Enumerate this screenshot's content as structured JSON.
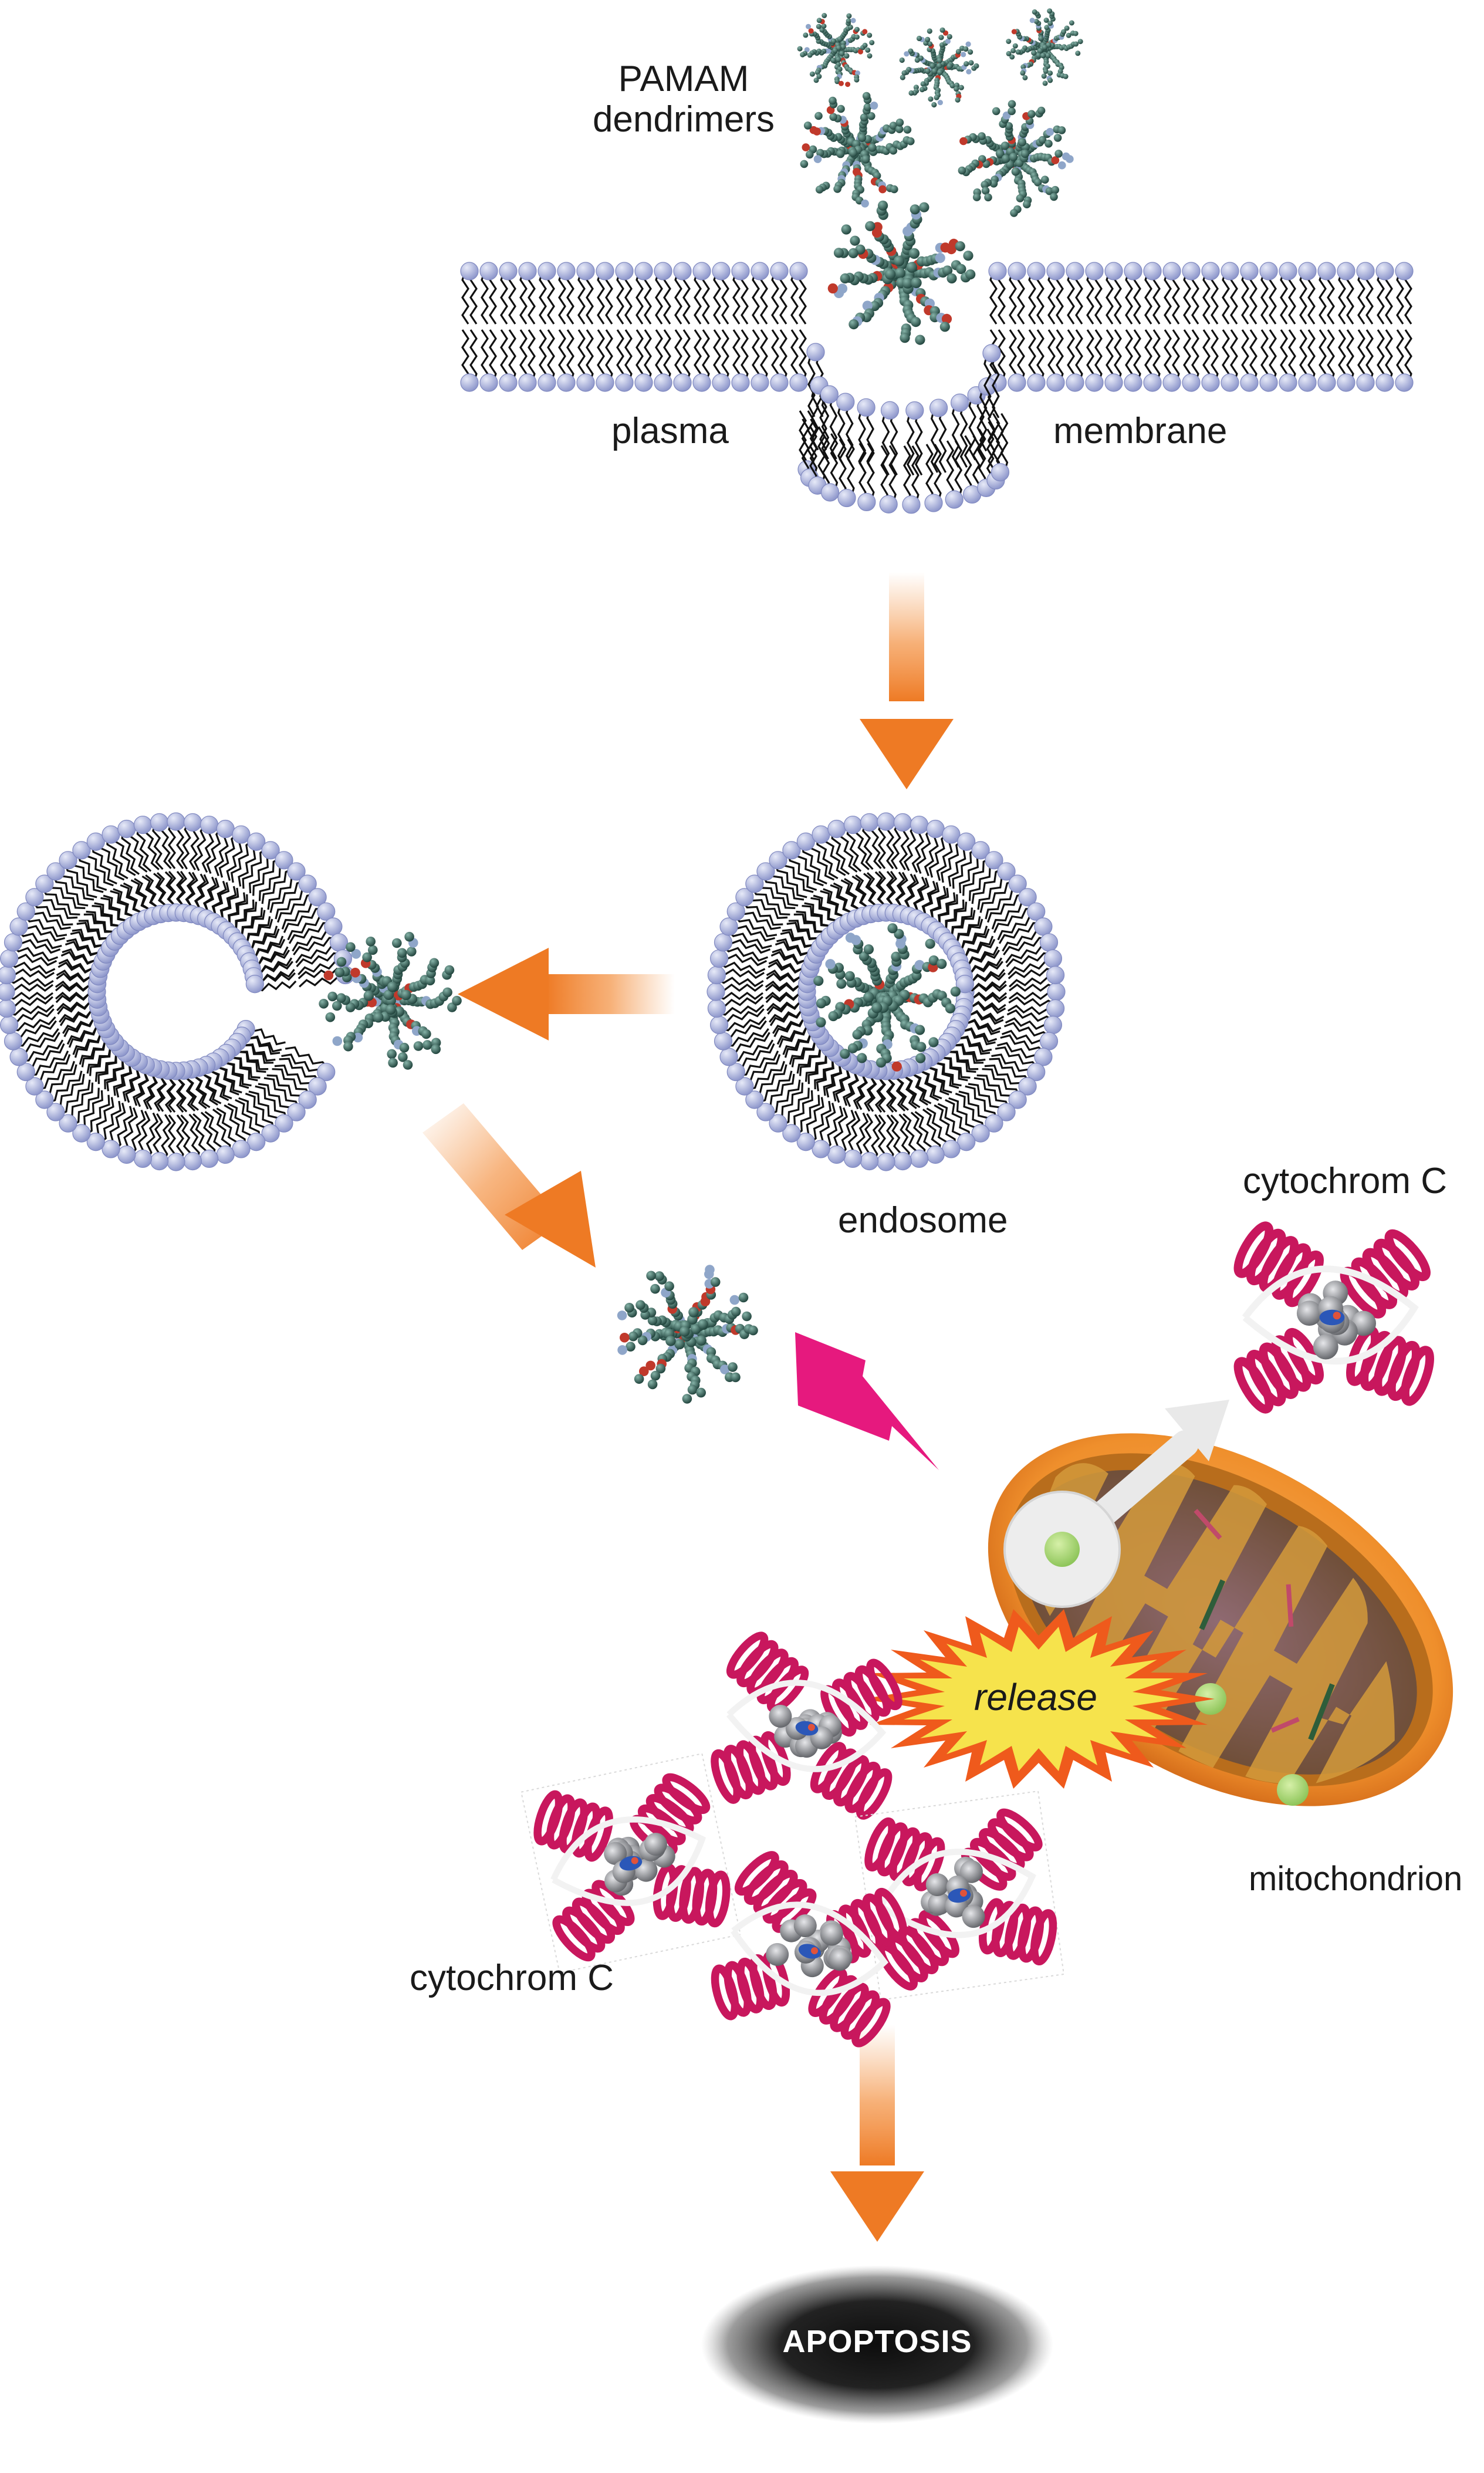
{
  "labels": {
    "pamam_line1": "PAMAM",
    "pamam_line2": "dendrimers",
    "plasma": "plasma",
    "membrane": "membrane",
    "endosome": "endosome",
    "cytochrome_top": "cytochrom C",
    "release": "release",
    "mitochondrion": "mitochondrion",
    "cytochrome_bottom": "cytochrom C",
    "apoptosis": "APOPTOSIS"
  },
  "colors": {
    "arrow_orange": "#f08a3c",
    "lightning_magenta": "#e6197e",
    "lipid_head": "#a9b1dc",
    "dendrimer_green": "#3f6b62",
    "protein_pink": "#c8175d",
    "heme_gray": "#7d7f85",
    "mito_orange": "#e87d1e",
    "release_burst": "#f6e34c",
    "apoptosis_dark": "#1a1a1a"
  }
}
